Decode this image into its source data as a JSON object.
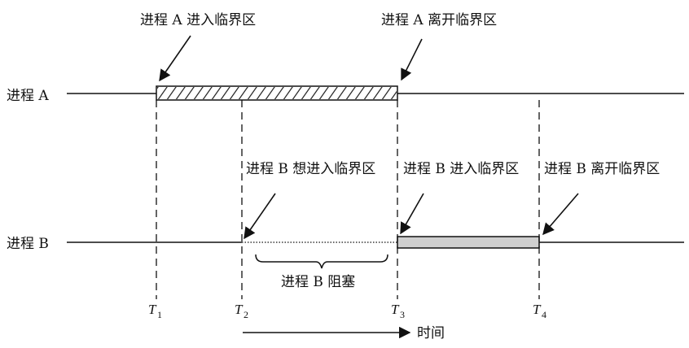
{
  "process_a": {
    "label": "进程 A",
    "enter_annotation": "进程 A 进入临界区",
    "leave_annotation": "进程 A 离开临界区"
  },
  "process_b": {
    "label": "进程 B",
    "want_annotation": "进程 B 想进入临界区",
    "enter_annotation": "进程 B 进入临界区",
    "leave_annotation": "进程 B 离开临界区",
    "blocked_label": "进程 B 阻塞"
  },
  "time_marks": [
    {
      "t": "T",
      "sub": "1"
    },
    {
      "t": "T",
      "sub": "2"
    },
    {
      "t": "T",
      "sub": "3"
    },
    {
      "t": "T",
      "sub": "4"
    }
  ],
  "time_axis_label": "时间",
  "colors": {
    "line": "#111111",
    "b_critical_fill": "#cfcfcf",
    "a_critical_fill": "#ffffff"
  }
}
